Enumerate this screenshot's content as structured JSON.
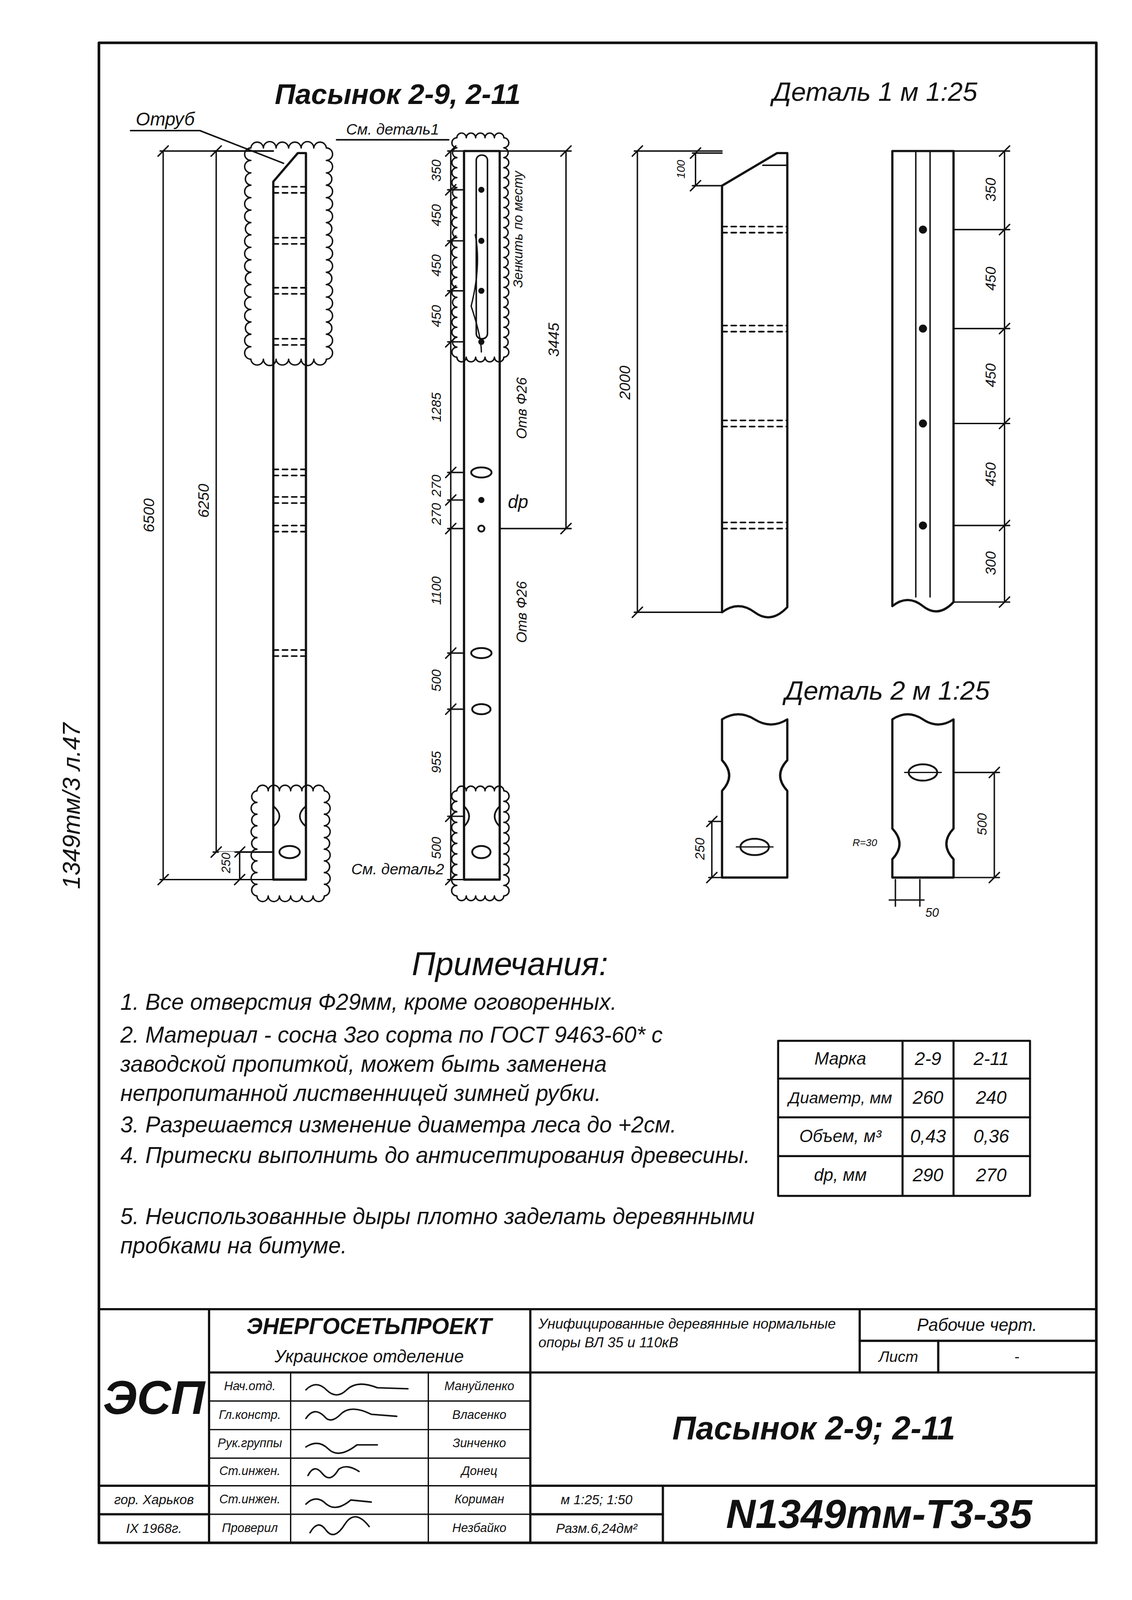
{
  "diagram": {
    "title": "Пасынок 2-9, 2-11",
    "labels": [
      "Отруб",
      "См. деталь1",
      "Деталь 1 м 1:25",
      "6500",
      "6250",
      "250",
      "350",
      "450",
      "450",
      "450",
      "1285",
      "270",
      "270",
      "1100",
      "500",
      "955",
      "500",
      "Зенкить по месту",
      "3445",
      "Отв Ф26",
      "dр",
      "Отв Ф26",
      "См. деталь2",
      "100",
      "2000",
      "350",
      "450",
      "450",
      "450",
      "300",
      "Деталь 2 м 1:25",
      "250",
      "500",
      "R=30",
      "50",
      "Примечания:",
      "1. Все отверстия Ф29мм, кроме оговоренных.",
      "2. Материал - сосна 3го сорта по ГОСТ 9463-60* с заводской пропиткой, может быть заменена непропитанной лиственницей зимней рубки.",
      "3. Разрешается изменение диаметра леса до +2см.",
      "4. Притески выполнить до антисептирования древесины.",
      "5. Неиспользованные дыры плотно заделать деревянными пробками на битуме.",
      "Марка",
      "2-9",
      "2-11",
      "Диаметр, мм",
      "260",
      "240",
      "Объем, м³",
      "0,43",
      "0,36",
      "dр, мм",
      "290",
      "270",
      "1349тм/3 л.47",
      "ЭСП",
      "ЭНЕРГОСЕТЬПРОЕКТ",
      "Украинское отделение",
      "Унифицированные деревянные нормальные опоры ВЛ 35 и 110кВ",
      "Рабочие черт.",
      "Лист",
      "-",
      "Нач.отд.",
      "Мануйленко",
      "Гл.констр.",
      "Власенко",
      "Рук.группы",
      "Зинченко",
      "Ст.инжен.",
      "Донец",
      "Ст.инжен.",
      "Кориман",
      "Проверил",
      "Незбайко",
      "гор. Харьков",
      "IX 1968г.",
      "м 1:25; 1:50",
      "Разм.6,24дм²",
      "Пасынок 2-9; 2-11",
      "N1349тм-Т3-35"
    ]
  }
}
